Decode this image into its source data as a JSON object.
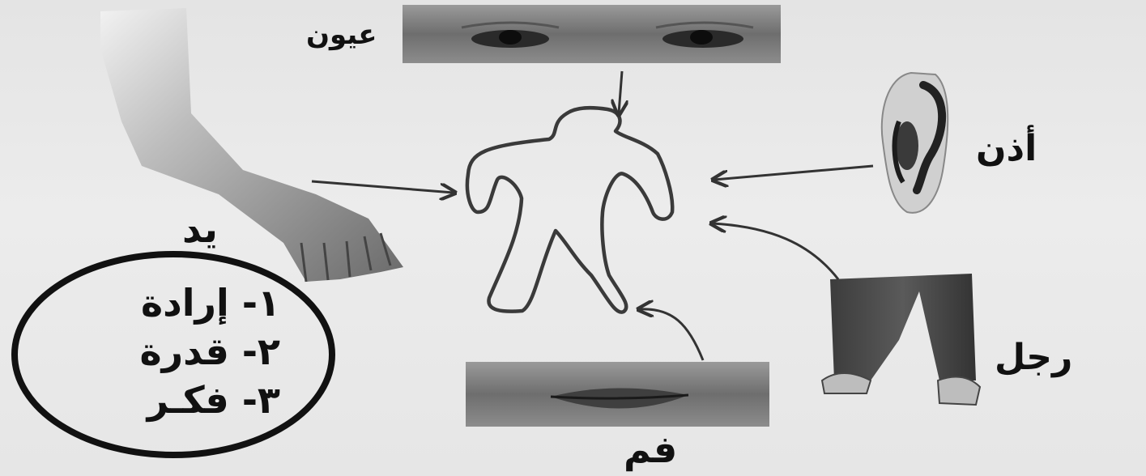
{
  "labels": {
    "eyes": "عيون",
    "ear": "أذن",
    "hand": "يد",
    "leg": "رجل",
    "mouth": "فم"
  },
  "list": {
    "items": [
      "١- إرادة",
      "٢- قدرة",
      "٣- فكـر"
    ]
  },
  "photos": {
    "eyes": "eyes-photo",
    "ear": "ear-photo",
    "arm": "arm-photo",
    "legs": "legs-photo",
    "mouth": "mouth-photo"
  }
}
